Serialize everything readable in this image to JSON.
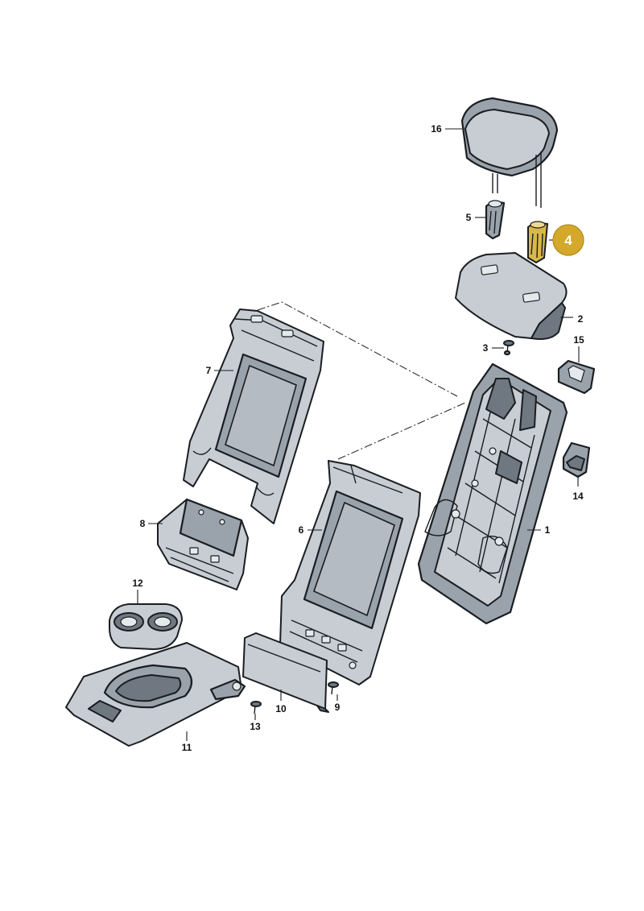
{
  "diagram": {
    "highlight_color": "#d4a82a",
    "highlighted_part": "4",
    "callouts": {
      "p1": "1",
      "p2": "2",
      "p3": "3",
      "p4": "4",
      "p5": "5",
      "p6": "6",
      "p7": "7",
      "p8": "8",
      "p9": "9",
      "p10": "10",
      "p11": "11",
      "p12": "12",
      "p13": "13",
      "p14": "14",
      "p15": "15",
      "p16": "16"
    }
  }
}
